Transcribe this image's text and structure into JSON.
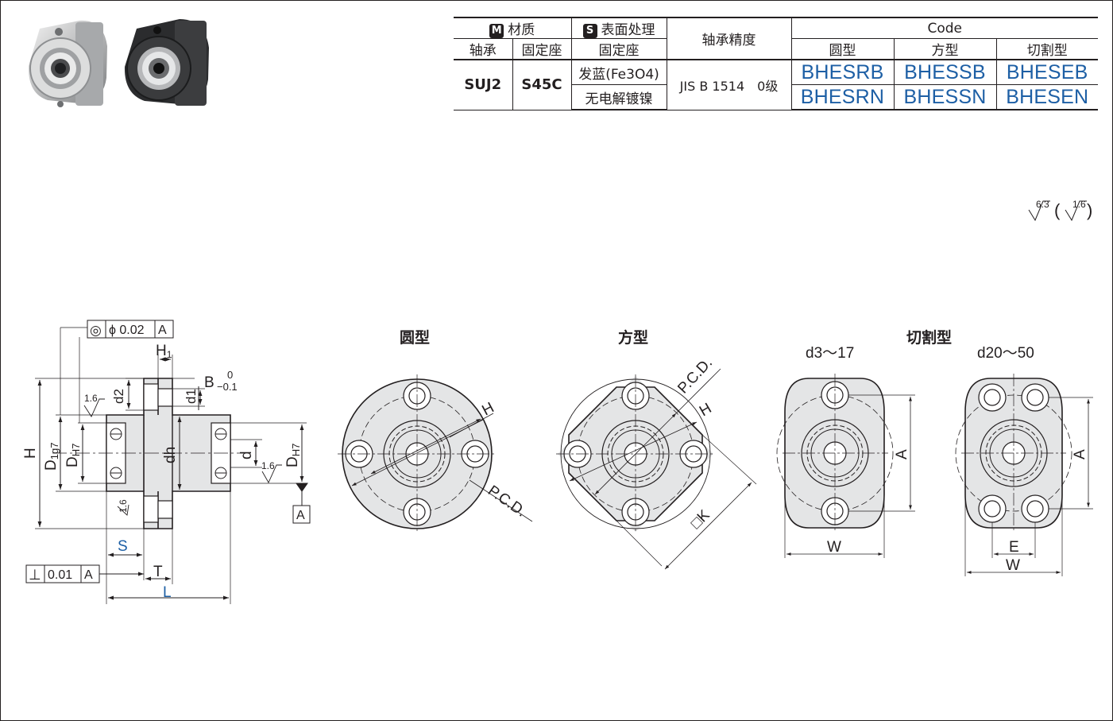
{
  "photos": [
    {
      "name": "silver-bearing-housing-photo",
      "finish": "silver"
    },
    {
      "name": "black-bearing-housing-photo",
      "finish": "black"
    }
  ],
  "spec_table": {
    "material_badge": "M",
    "material_header": "材质",
    "surface_badge": "S",
    "surface_header": "表面处理",
    "precision_header": "轴承精度",
    "code_header": "Code",
    "sub_bearing": "轴承",
    "sub_housing": "固定座",
    "sub_surface_housing": "固定座",
    "sub_round": "圆型",
    "sub_square": "方型",
    "sub_cut": "切割型",
    "bearing_material": "SUJ2",
    "housing_material": "S45C",
    "surface_1": "发蓝(Fe3O4)",
    "surface_2": "无电解镀镍",
    "precision_value": "JIS B 1514　0级",
    "codes_row1": [
      "BHESRB",
      "BHESSB",
      "BHESEB"
    ],
    "codes_row2": [
      "BHESRN",
      "BHESSN",
      "BHESEN"
    ]
  },
  "roughness": {
    "main": "6.3",
    "secondary": "1.6",
    "paren_open": "(",
    "paren_close": ")"
  },
  "side_view": {
    "coaxiality_symbol": "◎",
    "coaxiality_value": "ϕ 0.02",
    "datum": "A",
    "perp_symbol": "⊥",
    "perp_value": "0.01",
    "H1": "H",
    "H1_sub": "1",
    "B": "B",
    "B_upper": "0",
    "B_lower": "−0.1",
    "d2": "d2",
    "d1": "d1",
    "H": "H",
    "D_g7": "D",
    "D_g7_sub": "1g7",
    "DH7": "D",
    "DH7_sub": "H7",
    "dh": "dh",
    "d": "d",
    "rough_1": "1.6",
    "S": "S",
    "T": "T",
    "L": "L"
  },
  "views": {
    "round_title": "圆型",
    "square_title": "方型",
    "cut_title": "切割型",
    "cut_small_range": "d3～17",
    "cut_large_range": "d20～50",
    "H": "H",
    "PCD": "P.C.D.",
    "K": "□K",
    "A": "A",
    "W": "W",
    "E": "E"
  },
  "colors": {
    "ink": "#231f20",
    "fill": "#e4e5e6",
    "code_blue": "#1d5fa5",
    "label_blue": "#1d5fa5"
  }
}
